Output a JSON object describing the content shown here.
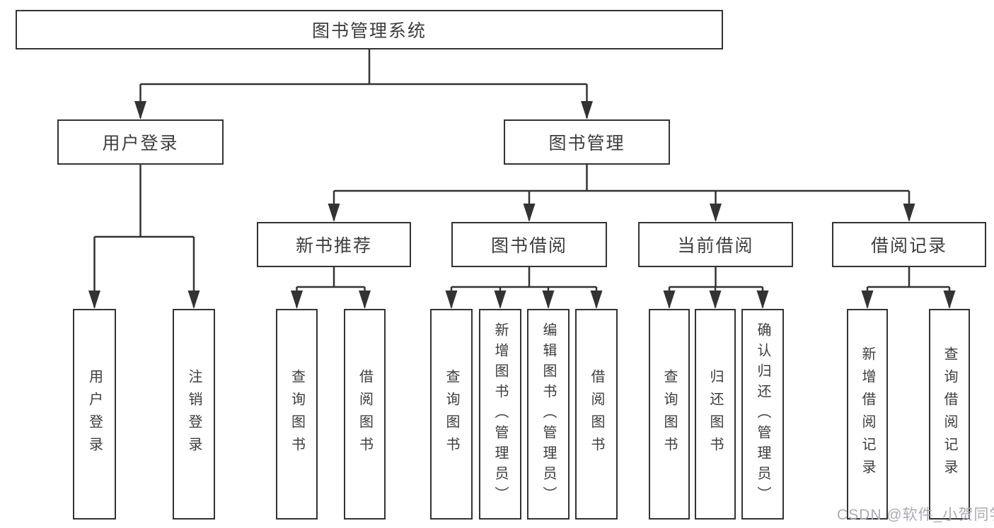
{
  "diagram": {
    "root": {
      "label": "图书管理系统"
    },
    "branches": [
      {
        "label": "用户登录",
        "children": [
          {
            "label": "用户登录"
          },
          {
            "label": "注销登录"
          }
        ]
      },
      {
        "label": "图书管理",
        "children": [
          {
            "label": "新书推荐",
            "children": [
              {
                "label": "查询图书"
              },
              {
                "label": "借阅图书"
              }
            ]
          },
          {
            "label": "图书借阅",
            "children": [
              {
                "label": "查询图书"
              },
              {
                "label": "新增图书（管理员）"
              },
              {
                "label": "编辑图书（管理员）"
              },
              {
                "label": "借阅图书"
              }
            ]
          },
          {
            "label": "当前借阅",
            "children": [
              {
                "label": "查询图书"
              },
              {
                "label": "归还图书"
              },
              {
                "label": "确认归还（管理员）"
              }
            ]
          },
          {
            "label": "借阅记录",
            "children": [
              {
                "label": "新增借阅记录"
              },
              {
                "label": "查询借阅记录"
              }
            ]
          }
        ]
      }
    ]
  },
  "watermark": {
    "text": "CSDN @软件_小贺同学"
  },
  "colors": {
    "line": "#333333",
    "text": "#3d3d3d",
    "watermark": "#a7abb3",
    "background": "#ffffff"
  }
}
